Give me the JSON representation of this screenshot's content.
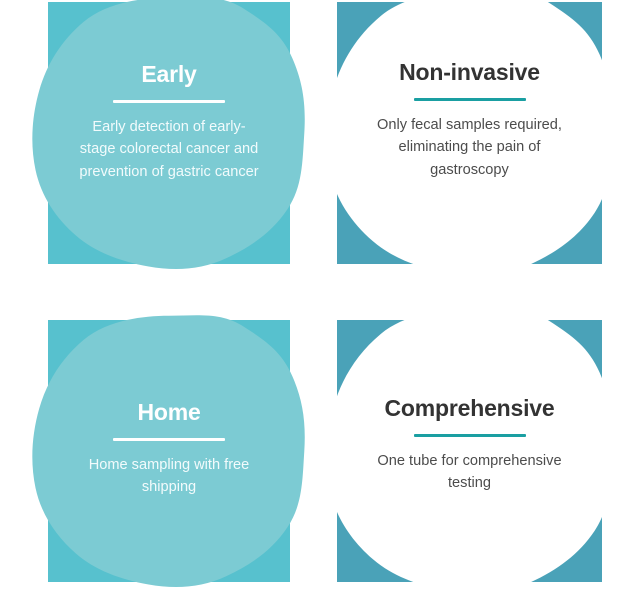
{
  "page": {
    "layout": "2x2-feature-grid",
    "background": "#ffffff"
  },
  "colors": {
    "tile_light_teal": "#57c1ce",
    "tile_dark_teal": "#4aa2b8",
    "blob_light_teal": "#7ccbd3",
    "blob_white": "#ffffff",
    "divider_teal": "#1a9fa2",
    "divider_white": "#ffffff",
    "title_dark": "#333333",
    "title_white": "#ffffff",
    "body_dark": "#4c4c4c",
    "body_white": "#f2fbfc"
  },
  "cards": [
    {
      "id": "early",
      "variant": "light",
      "title": "Early",
      "description": "Early detection of early-stage colorectal cancer and prevention of gastric cancer",
      "tile_color": "#57c1ce",
      "blob_color": "#7ccbd3",
      "divider_color": "#ffffff"
    },
    {
      "id": "non-invasive",
      "variant": "dark",
      "title": "Non-invasive",
      "description": "Only fecal samples required, eliminating the pain of gastroscopy",
      "tile_color": "#4aa2b8",
      "blob_color": "#ffffff",
      "divider_color": "#1a9fa2"
    },
    {
      "id": "home",
      "variant": "light",
      "title": "Home",
      "description": "Home sampling with free shipping",
      "tile_color": "#57c1ce",
      "blob_color": "#7ccbd3",
      "divider_color": "#ffffff"
    },
    {
      "id": "comprehensive",
      "variant": "dark",
      "title": "Comprehensive",
      "description": "One tube for comprehensive testing",
      "tile_color": "#4aa2b8",
      "blob_color": "#ffffff",
      "divider_color": "#1a9fa2"
    }
  ]
}
